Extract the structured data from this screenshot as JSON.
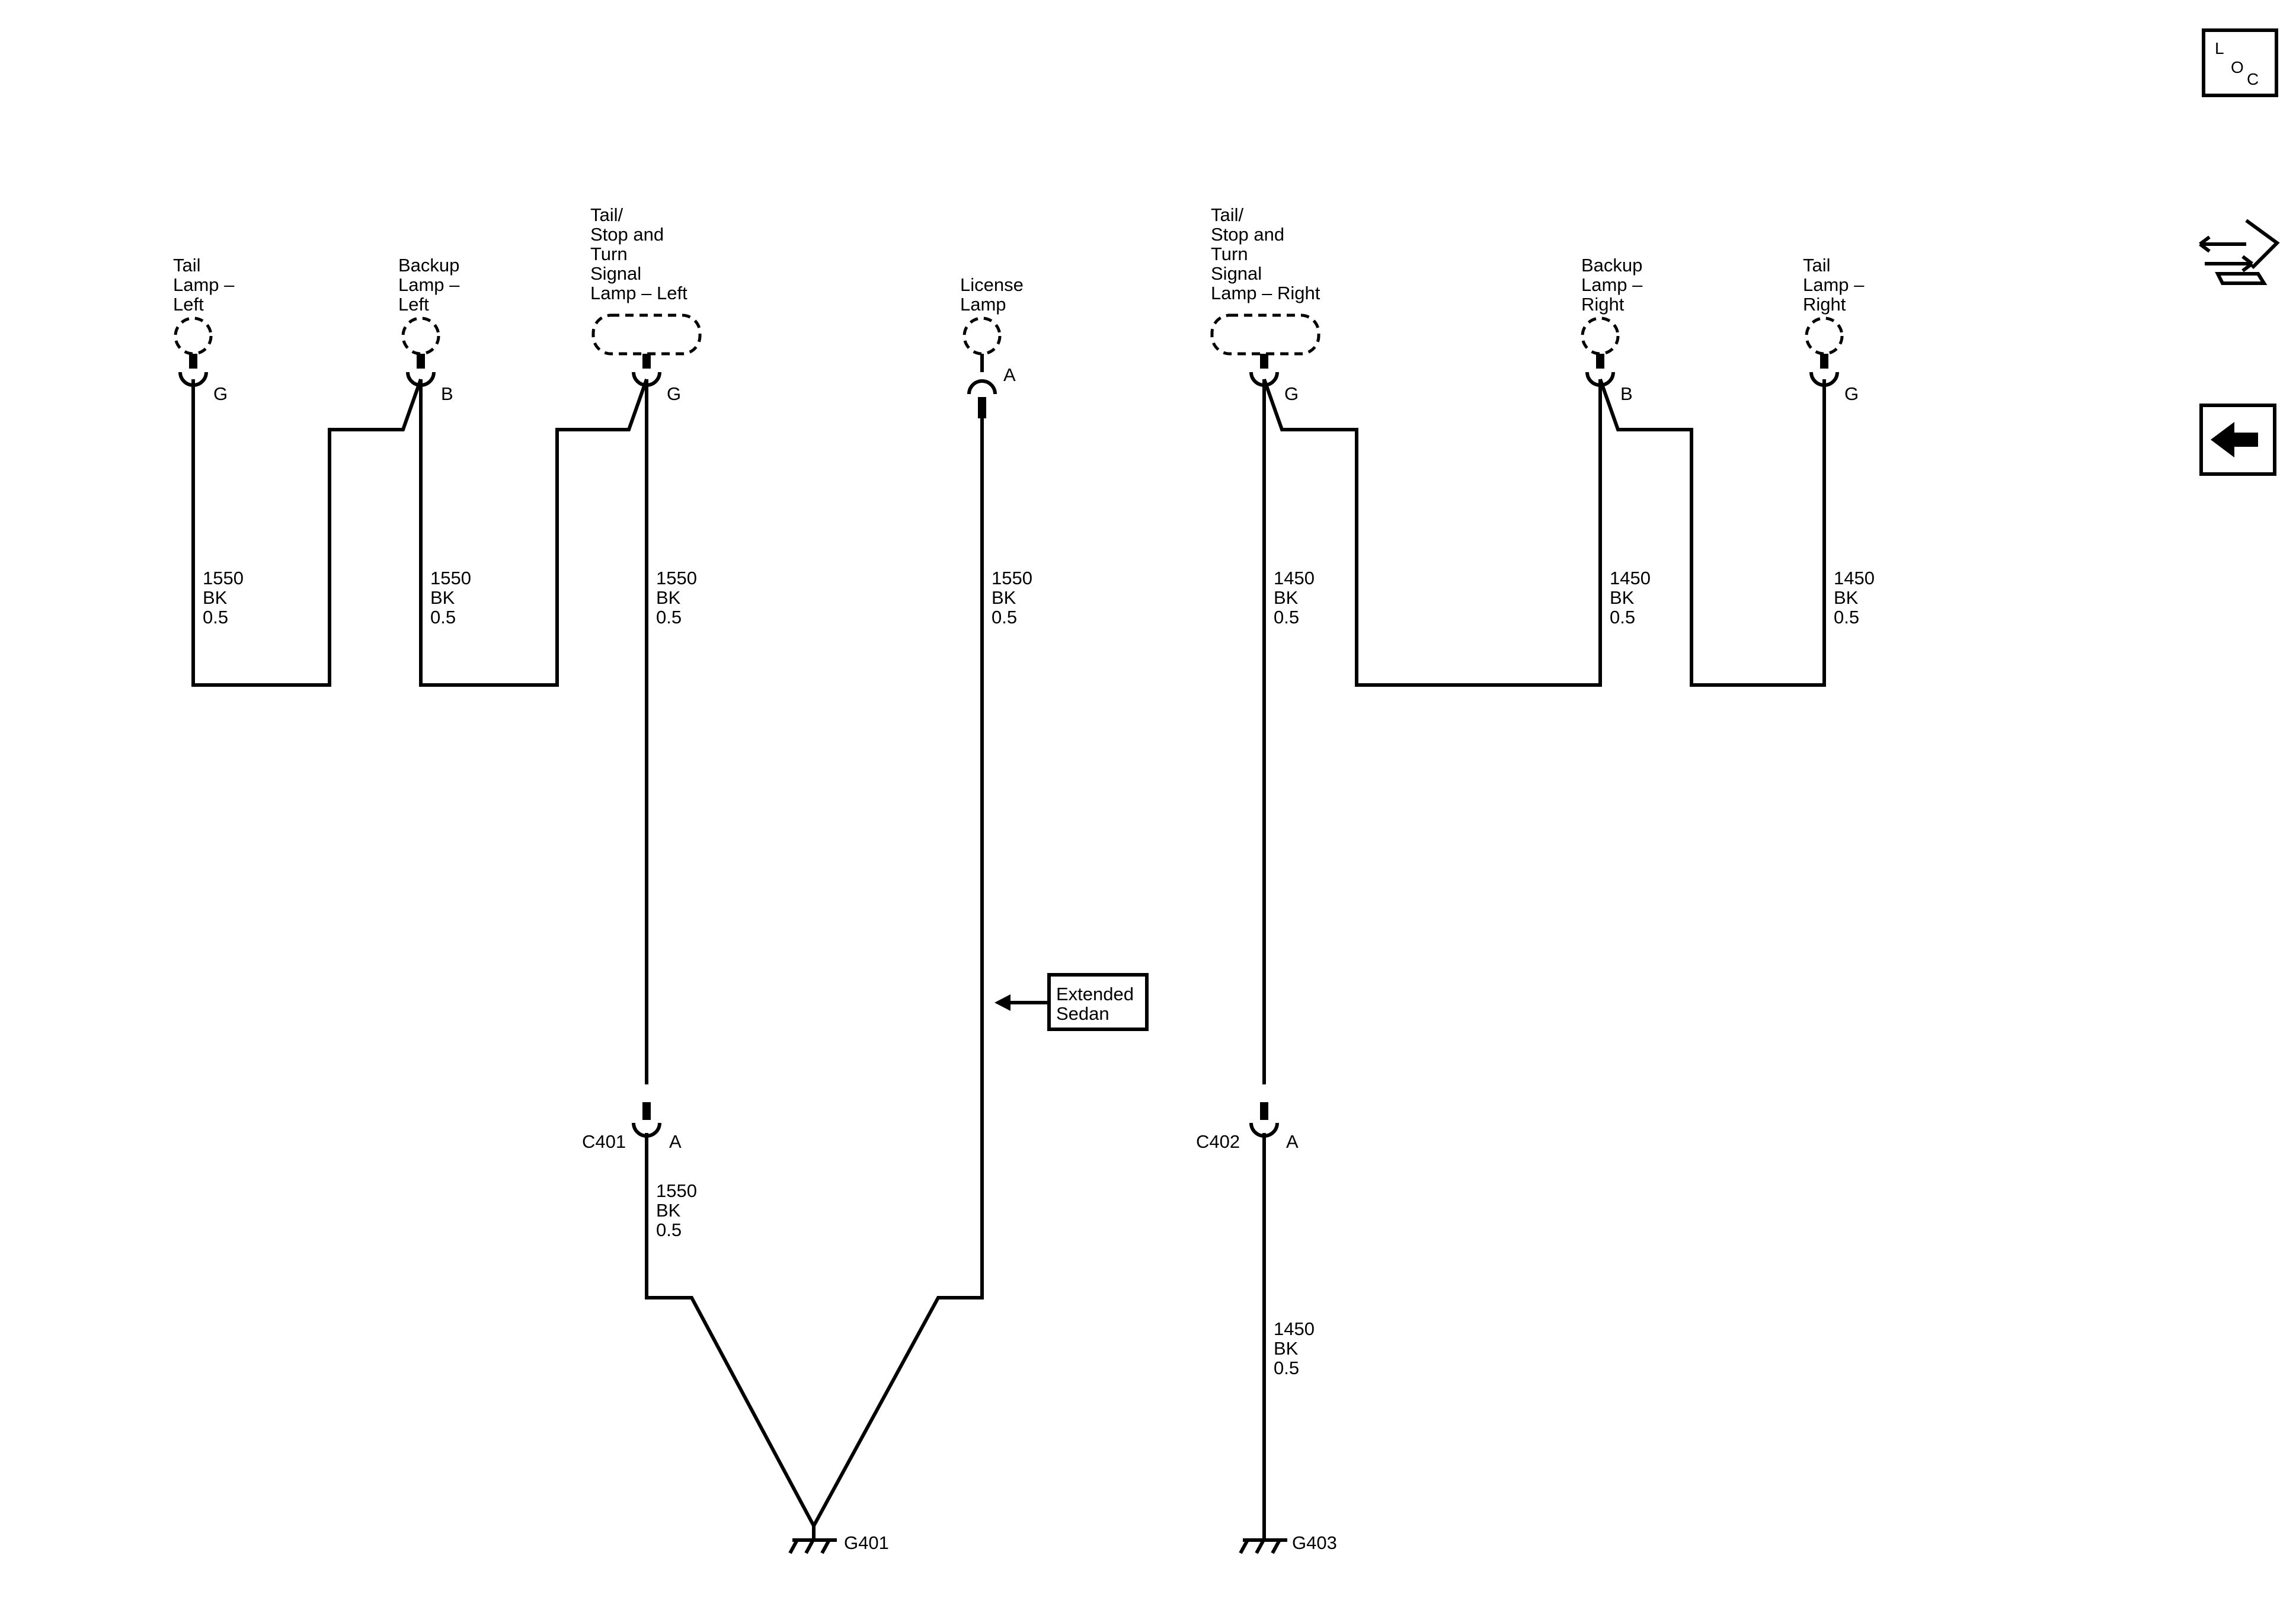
{
  "components": {
    "tail_lamp_left": [
      "Tail",
      "Lamp –",
      "Left"
    ],
    "backup_lamp_left": [
      "Backup",
      "Lamp –",
      "Left"
    ],
    "tail_stop_turn_left": [
      "Tail/",
      "Stop and",
      "Turn",
      "Signal",
      "Lamp – Left"
    ],
    "license_lamp": [
      "License",
      "Lamp"
    ],
    "tail_stop_turn_right": [
      "Tail/",
      "Stop and",
      "Turn",
      "Signal",
      "Lamp – Right"
    ],
    "backup_lamp_right": [
      "Backup",
      "Lamp –",
      "Right"
    ],
    "tail_lamp_right": [
      "Tail",
      "Lamp –",
      "Right"
    ]
  },
  "pins": {
    "tail_lamp_left": "G",
    "backup_lamp_left": "B",
    "tail_stop_turn_left": "G",
    "license_lamp": "A",
    "tail_stop_turn_right": "G",
    "backup_lamp_right": "B",
    "tail_lamp_right": "G",
    "c401": "A",
    "c402": "A"
  },
  "wires": {
    "w1": [
      "1550",
      "BK",
      "0.5"
    ],
    "w2": [
      "1550",
      "BK",
      "0.5"
    ],
    "w3": [
      "1550",
      "BK",
      "0.5"
    ],
    "w4": [
      "1550",
      "BK",
      "0.5"
    ],
    "w5": [
      "1450",
      "BK",
      "0.5"
    ],
    "w6": [
      "1450",
      "BK",
      "0.5"
    ],
    "w7": [
      "1450",
      "BK",
      "0.5"
    ],
    "w8": [
      "1550",
      "BK",
      "0.5"
    ],
    "w9": [
      "1450",
      "BK",
      "0.5"
    ]
  },
  "connectors": {
    "c401": "C401",
    "c402": "C402"
  },
  "grounds": {
    "g401": "G401",
    "g403": "G403"
  },
  "option_note": [
    "Extended",
    "Sedan"
  ],
  "nav": {
    "loc_letters": [
      "L",
      "O",
      "C"
    ],
    "icons": [
      "location-icon",
      "component-swap-icon",
      "back-arrow-icon"
    ]
  }
}
